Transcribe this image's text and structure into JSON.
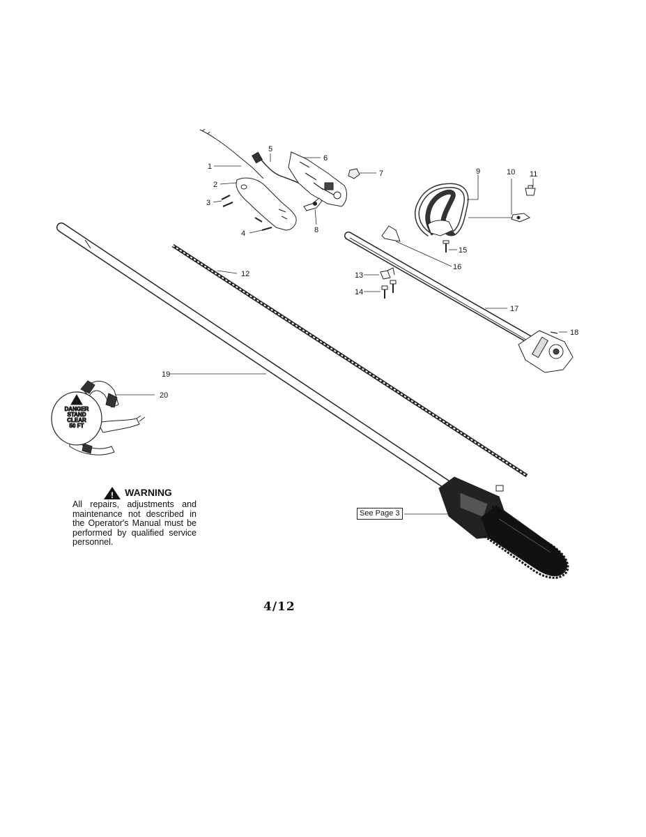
{
  "callouts": [
    "1",
    "2",
    "3",
    "4",
    "5",
    "6",
    "7",
    "8",
    "9",
    "10",
    "11",
    "12",
    "13",
    "14",
    "15",
    "16",
    "17",
    "18",
    "19",
    "20"
  ],
  "decal": {
    "line1": "DANGER",
    "line2": "STAND",
    "line3": "CLEAR",
    "line4": "50 FT"
  },
  "reference_box": "See Page 3",
  "warning": {
    "title": "WARNING",
    "body": "All repairs, adjustments and maintenance not described in the Operator's Manual must be performed by qualified service personnel."
  },
  "page_number": "4/12"
}
